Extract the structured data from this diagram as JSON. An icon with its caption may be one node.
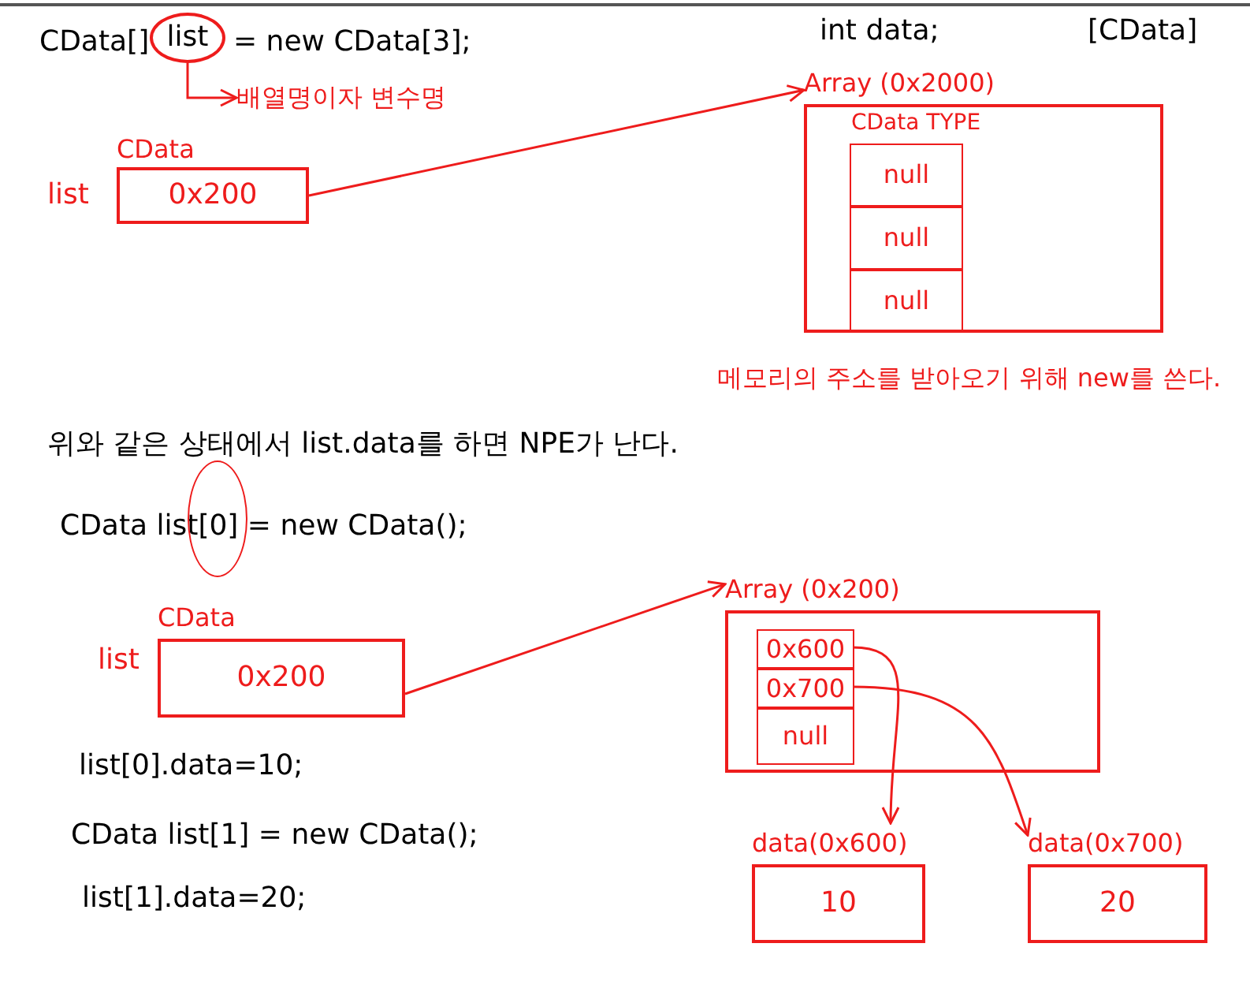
{
  "diagram": {
    "nodes": [
      {
        "text": [
          "list"
        ]
      },
      {
        "text": [
          "배열명이자 변수명"
        ]
      },
      {
        "text": [
          "CData",
          "0x200"
        ],
        "beside": [
          "list"
        ]
      },
      {
        "text": [
          "Array (0x2000)",
          "CData TYPE"
        ]
      },
      {
        "text": [
          "null"
        ],
        "in": 3
      },
      {
        "text": [
          "null"
        ],
        "in": 3
      },
      {
        "text": [
          "null"
        ],
        "in": 3
      },
      {
        "text": [
          "CData",
          "0x200"
        ],
        "beside": [
          "list"
        ]
      },
      {
        "text": [
          "Array (0x200)"
        ]
      },
      {
        "text": [
          "0x600"
        ],
        "in": 8
      },
      {
        "text": [
          "0x700"
        ],
        "in": 8
      },
      {
        "text": [
          "null"
        ],
        "in": 8
      },
      {
        "text": [
          "data(0x600)",
          "10"
        ]
      },
      {
        "text": [
          "data(0x700)",
          "20"
        ]
      },
      {
        "text": [],
        "shape": "circle"
      }
    ],
    "edges": [
      {
        "from": 0,
        "to": 1,
        "arrow": "to"
      },
      {
        "from": 2,
        "to": 3,
        "arrow": "to"
      },
      {
        "from": 7,
        "to": 8,
        "arrow": "to"
      },
      {
        "from": 9,
        "to": 12,
        "arrow": "to"
      },
      {
        "from": 10,
        "to": 13,
        "arrow": "to"
      }
    ],
    "labels": [
      "CData[]",
      "= new CData[3];",
      "int data;",
      "[CData]",
      "메모리의 주소를 받아오기 위해 new를 쓴다.",
      "위와 같은 상태에서 list.data를 하면 NPE가 난다.",
      "CData list[0] = new CData();",
      "list[0].data=10;",
      "CData list[1] = new CData();",
      "list[1].data=20;"
    ]
  }
}
